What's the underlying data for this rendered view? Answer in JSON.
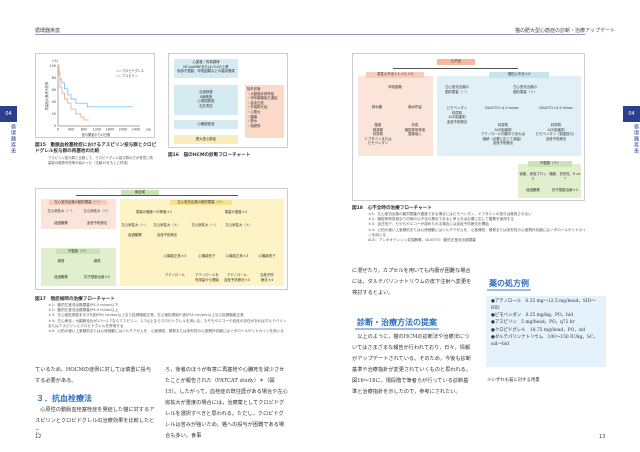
{
  "header": {
    "left": "循環器疾患",
    "right": "猫の肥大型心筋症の診断・治療アップデート"
  },
  "side_tab": {
    "number": "04",
    "label": "循環器疾患"
  },
  "fig15": {
    "caption": "図15　動脈血栓塞栓症におけるアスピリン投与群とクロピドグレル投与群の再塞栓の比較",
    "desc": "アスピリン投与群と比較して，クロピドグレル投与群の方が有意に再塞栓の無再予防率が高かった（文献15をもとに作成）",
    "y_unit": "(%)",
    "ylabel": "再塞栓の無再予防率",
    "xlabel": "投与開始からの日数",
    "x_unit": "(日)",
    "yticks": [
      "0",
      "20",
      "40",
      "60",
      "80",
      "100"
    ],
    "xticks": [
      "0",
      "400",
      "800",
      "1200",
      "1600",
      "2000",
      "2400"
    ],
    "legend": [
      "クロピドグレル",
      "アスピリン"
    ],
    "colors": [
      "#7cc8f0",
      "#f4b090"
    ],
    "series": [
      {
        "name": "クロピドグレル",
        "points": [
          [
            0,
            100
          ],
          [
            30,
            90
          ],
          [
            60,
            78
          ],
          [
            120,
            72
          ],
          [
            200,
            62
          ],
          [
            300,
            52
          ],
          [
            400,
            45
          ],
          [
            550,
            38
          ],
          [
            800,
            38
          ],
          [
            900,
            32
          ],
          [
            2300,
            32
          ]
        ]
      },
      {
        "name": "アスピリン",
        "points": [
          [
            0,
            100
          ],
          [
            20,
            85
          ],
          [
            60,
            65
          ],
          [
            120,
            55
          ],
          [
            200,
            45
          ],
          [
            300,
            38
          ],
          [
            400,
            28
          ],
          [
            550,
            20
          ],
          [
            700,
            15
          ],
          [
            800,
            10
          ],
          [
            950,
            10
          ]
        ]
      }
    ]
  },
  "fig16": {
    "caption": "図16　猫のHCMの診断フローチャート",
    "step1": "心雑音／奔馬調律\nNT-proBNPまたはcTnIの上昇\n後部不整脈，呼吸困難などの臨床徴候",
    "step2": "血液検査\nX線検査\n心電図検査\n血圧測定",
    "step3": "心臓超音波",
    "result": "肥大型心筋症",
    "diff_title": "除外診断",
    "diff": [
      "大動脈弁狭窄症",
      "甲状腺機能亢進症",
      "高血圧症",
      "先端肥大症",
      "心筋炎",
      "腫瘍",
      "脱水",
      "偽肥厚"
    ]
  },
  "fig17": {
    "caption": "図17　無症候時の治療フローチャート",
    "top": "無症候",
    "l_title": "左心室流出路の動的閉塞（－）",
    "l1": "左心房拡大（－）",
    "l2": "左心房拡大（＋）",
    "l1r": "経過観察",
    "l2r": "血栓予防療法",
    "arr_title": "不整脈（＋）",
    "arr1": "頻発",
    "arr2": "頻発",
    "arr1r": "経過観察",
    "arr2r": "抗不整脈治療＊5",
    "r_title": "左心室流出路の動的閉塞（＋）",
    "r_a": "閉塞が軽度～中等度＊1",
    "r_b": "閉塞が重度＊2",
    "ra1": "左心房拡大（－）",
    "ra2": "左心房拡大（＋）",
    "ra1r": "経過観察",
    "ra2r": "血栓予防療法",
    "rb1": "左心房拡大（－）",
    "rb2": "左心房拡大（＋）",
    "f1": "心機能正常＊3",
    "f2": "心機能低下",
    "f3": "心機能正常＊3",
    "f4": "心機能低下",
    "o1": "アテノロール",
    "o2": "アテノロールを\n低用量から開始",
    "o3": "アテノロール\n血栓予防療法＊4",
    "o4": "血栓予防\n療法＊4",
    "notes": [
      "＊1：動的左室流出路閉塞が4.5 m/sec以下",
      "＊2：動的左室流出路閉塞が4.5 m/sec以上",
      "＊3：左心室拡張能を示すE波が60 cm/sec以上なら拡張機能正常，左心室拡張能E'波が54 cm/sec以上なら拡張機能正常",
      "＊4：左心房径／大動脈径比が1.5～1.7ならアスピリン，1.7以上ならクロピドグレルを用いる。もやもやエコーや血栓の存在があればダルテパリンまたはアスピリンとクロピドグレルを併用する",
      "＊5：心拍の速い上室頻拍または心房細動にはジルチアゼムを，心室頻拍，頻発または多形性の心室期外収縮にはソタロールやリドカインを用いる"
    ]
  },
  "fig18": {
    "caption": "図18　心不全時の治療フローチャート",
    "top": "心不全",
    "acute": "急性心不全＊1,＊2,＊3",
    "chronic": "慢性心不全＊4",
    "a1": "呼吸困難",
    "a2": "胸水貯留",
    "a3": "肺水腫",
    "a2r": "利尿\n胸腔穿刺排液\n酸素吸入",
    "a3r": "酸素\n鎮静薬\n利尿剤\nドブタミンまたは\nピモベンダン",
    "c1": "左心室流出路の\n動的閉塞（－）",
    "c1r": "ピモベンダン\n利尿剤\nACE阻害剤\n血栓予防療法",
    "c2": "左心室流出路の\n動的閉塞（＋）",
    "c3": "DLVOTO＞4.5 m/sec",
    "c4": "DLVOTO＜4.5 m/sec",
    "c3r": "利尿剤\nACE阻害剤\nアテノロール内服中であれば\n継続（必要に応じて減量）\n血栓予防療法",
    "c4r": "利尿剤\nACE阻害剤\nピモベンダン（慎重投与）\n血栓予防療法",
    "arr": "不整脈（＋）",
    "arr1": "徐脈，房室ブロック",
    "arr2": "頻脈，多形性，R on T",
    "arr1r": "経過観察",
    "arr2r": "抗不整脈治療＊4",
    "notes": [
      "＊1：左心室流出路の動的閉塞が重度である場合にはピモベンダン，ドブタミンの投与は推奨されない",
      "＊2：胸腔穿刺排液なり内側の心不全の悪化であると考えれば必要に応じて酸素を使用する",
      "＊3：血圧低下，もやもやエコーが認められる場合には血栓予防療法を開始",
      "＊4：心拍の速い上室頻拍または心房細動にはジルチアゼムを，心室頻拍，頻発または多形性の心室期外収縮にはソタロールやリドカインを用いる",
      "ACE：アンギオテンシン変換酵素，DLVOTO：動的左室流出路閉塞"
    ]
  },
  "page12": {
    "col1": "ているため，HOCMの症例に対しては慎重に投与する必要がある。",
    "h": "３．抗血栓療法",
    "col1b": "　心原性の動脈血栓塞栓症を発症した猫に対するアスピリンとクロピドグレルの治療効果を比較したとこ",
    "col2": "ろ，後者のほうが有意に再塞栓や心臓死を減少させたことが報告された（FATCAT study）＊（図15）。したがって，血栓症の既往歴がある場合や左心房拡大が重度の場合には，治療薬としてクロピドグレルを選択すべきと思われる。ただし，クロピドグレルは苦みが強いため，猫への投与が困難である場合も多い。食事",
    "page": "12"
  },
  "page13": {
    "col1": "に混ぜたり，カプセルを用いても内服が困難な場合には，ダルテパリンナトリウムの皮下注射へ変更を検討するとよい。",
    "h": "診断・治療方法の提案",
    "col1b": "　以上のように，猫のHCMの診断法や治療法についてはさまざまな報告が行われており，日々，情報がアップデートされている。そのため，今後も診断基準や治療指針が変更されていくものと思われる。図16～18に，現段階で筆者らが行っている診断基準と治療指針を示したので，参考にされたい。",
    "rx_h": "薬の処方例",
    "rx": [
      "●アテノロール　6.25 mg～12.5 mg/head，SID～BID",
      "●ピモベンダン　0.25 mg/kg，PO，bid",
      "●アスピリン　5 mg/head，PO，q72 hr",
      "●クロピドグレル　18.75 mg/head，PO，sid",
      "●ダルテパリンナトリウム　100～150 IU/kg，SC，sid～bid"
    ],
    "rx_note": "※いずれも猫に対する用量",
    "page": "13"
  }
}
